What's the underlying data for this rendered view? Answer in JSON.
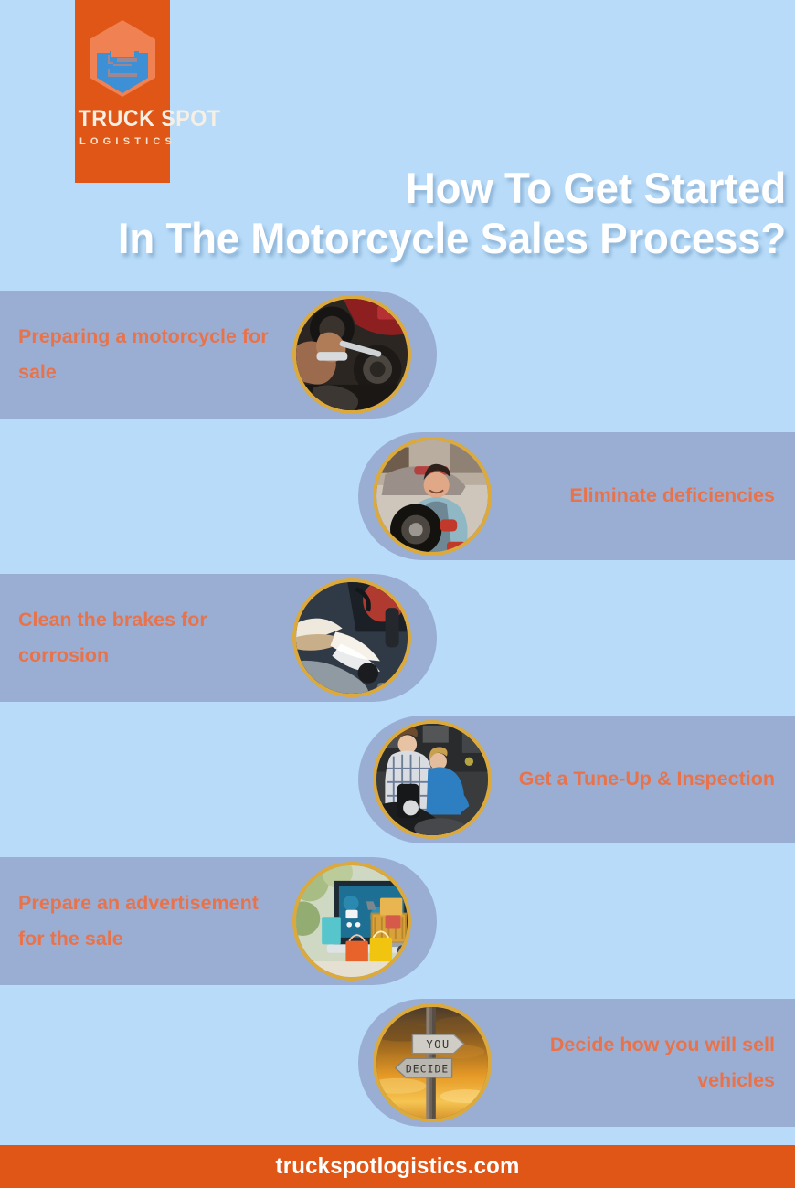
{
  "brand": {
    "logo_icon": "hexagon-truckspot-logo-icon",
    "name_main": "TRUCK SPOT",
    "name_sub": "LOGISTICS",
    "orange": "#df5616",
    "logo_blue": "#3d8fd6",
    "logo_light_orange": "#ef8153",
    "cream": "#f7efe4"
  },
  "title": {
    "line1": "How To Get Started",
    "line2": "In The Motorcycle Sales Process?",
    "color": "#ffffff"
  },
  "theme": {
    "background": "#b7dbf8",
    "bar_color": "#9aaed4",
    "label_color": "#e8734a",
    "ring_color": "#dba93c"
  },
  "steps": [
    {
      "label": "Preparing a motorcycle for sale",
      "side": "left",
      "image_name": "mechanic-hands-wrench-photo"
    },
    {
      "label": "Eliminate deficiencies",
      "side": "right",
      "image_name": "smiling-mechanic-with-wheel-photo"
    },
    {
      "label": "Clean the brakes for corrosion",
      "side": "left",
      "image_name": "pressure-washing-spray-photo"
    },
    {
      "label": "Get a Tune-Up & Inspection",
      "side": "right",
      "image_name": "workshop-inspection-photo"
    },
    {
      "label": "Prepare an advertisement for the sale",
      "side": "left",
      "image_name": "online-shopping-cart-laptop-photo"
    },
    {
      "label": "Decide how you will sell vehicles",
      "side": "right",
      "image_name": "you-decide-signpost-photo"
    }
  ],
  "signpost": {
    "sign_top": "YOU",
    "sign_bottom": "DECIDE"
  },
  "footer": {
    "website": "truckspotlogistics.com"
  }
}
